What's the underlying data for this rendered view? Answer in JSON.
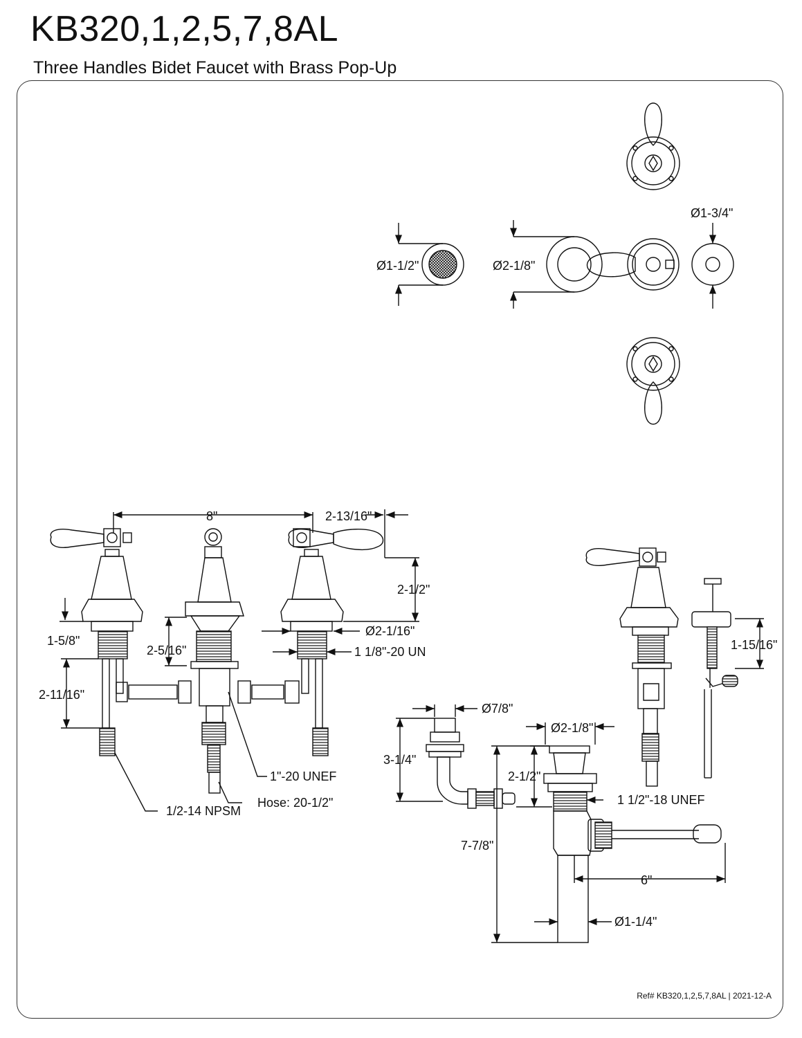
{
  "header": {
    "model": "KB320,1,2,5,7,8AL",
    "description": "Three Handles Bidet Faucet with Brass Pop-Up"
  },
  "dimensions": {
    "aerator_dia": "Ø1-1/2\"",
    "spout_flange_dia": "Ø2-1/8\"",
    "handle_flange_dia": "Ø1-3/4\"",
    "center_spread": "8\"",
    "spout_reach": "2-13/16\"",
    "handle_height": "2-1/2\"",
    "valve_flange_dia": "Ø2-1/16\"",
    "valve_thread": "1 1/8\"-20 UN",
    "shank_height_left": "1-5/8\"",
    "body_height": "2-5/16\"",
    "tailpiece_length": "2-11/16\"",
    "center_thread": "1\"-20 UNEF",
    "hose_length": "Hose: 20-1/2\"",
    "supply_thread": "1/2-14 NPSM",
    "diverter_dia": "Ø7/8\"",
    "diverter_height": "3-1/4\"",
    "drain_flange_dia": "Ø2-1/8\"",
    "drain_upper_height": "2-1/2\"",
    "drain_thread": "1 1/2\"-18 UNEF",
    "drain_total_height": "7-7/8\"",
    "pivot_reach": "6\"",
    "tailpipe_dia": "Ø1-1/4\"",
    "lift_rod_height": "1-15/16\""
  },
  "footer": {
    "reference": "Ref# KB320,1,2,5,7,8AL | 2021-12-A"
  }
}
